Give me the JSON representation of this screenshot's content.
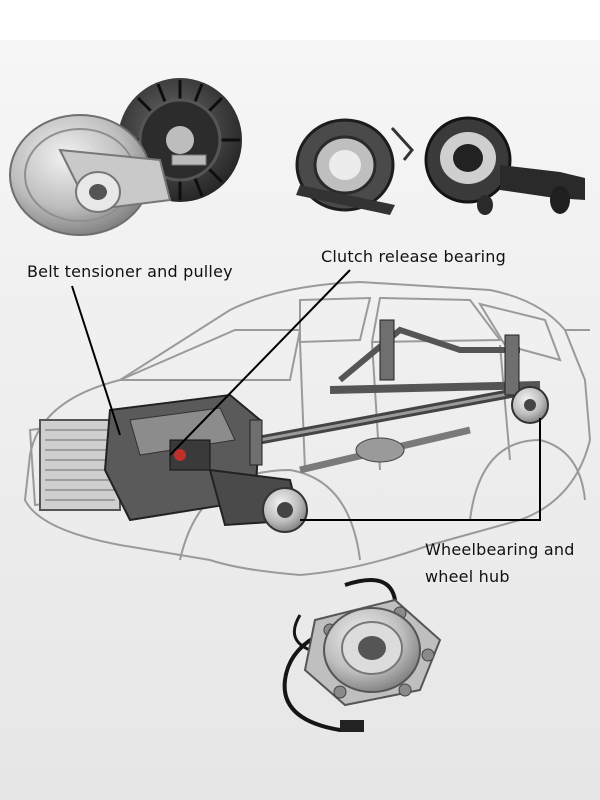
{
  "labels": {
    "belt_tensioner": "Belt tensioner and pulley",
    "clutch_bearing": "Clutch release bearing",
    "wheel_bearing_line1": "Wheelbearing and",
    "wheel_bearing_line2": "wheel hub"
  },
  "colors": {
    "background_top": "#f4f4f4",
    "background_bottom": "#e8e8e8",
    "car_outline": "#9a9a9a",
    "chassis_dark": "#3a3a3a",
    "metal_light": "#d4d4d4",
    "leader_line": "#000000",
    "sensor_cable": "#151515"
  }
}
